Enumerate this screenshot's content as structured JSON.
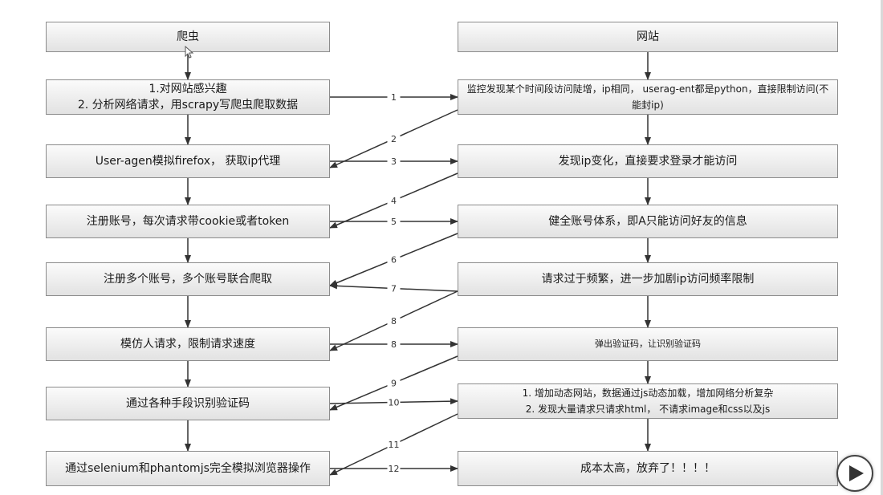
{
  "left_column": [
    {
      "id": "L0",
      "text": "爬虫"
    },
    {
      "id": "L1",
      "text": "1.对网站感兴趣\n2. 分析网络请求，用scrapy写爬虫爬取数据"
    },
    {
      "id": "L2",
      "text": "User-agen模拟firefox， 获取ip代理"
    },
    {
      "id": "L3",
      "text": "注册账号，每次请求带cookie或者token"
    },
    {
      "id": "L4",
      "text": "注册多个账号，多个账号联合爬取"
    },
    {
      "id": "L5",
      "text": "模仿人请求，限制请求速度"
    },
    {
      "id": "L6",
      "text": "通过各种手段识别验证码"
    },
    {
      "id": "L7",
      "text": "通过selenium和phantomjs完全模拟浏览器操作"
    }
  ],
  "right_column": [
    {
      "id": "R0",
      "text": "网站"
    },
    {
      "id": "R1",
      "text": "监控发现某个时间段访问陡增，ip相同， userag-ent都是python，直接限制访问(不能封ip)"
    },
    {
      "id": "R2",
      "text": "发现ip变化，直接要求登录才能访问"
    },
    {
      "id": "R3",
      "text": "健全账号体系，即A只能访问好友的信息"
    },
    {
      "id": "R4",
      "text": "请求过于频繁，进一步加剧ip访问频率限制"
    },
    {
      "id": "R5",
      "text": "弹出验证码，让识别验证码"
    },
    {
      "id": "R6",
      "text": "1. 增加动态网站，数据通过js动态加载，增加网络分析复杂\n2. 发现大量请求只请求html， 不请求image和css以及js"
    },
    {
      "id": "R7",
      "text": "成本太高，放弃了！！！！"
    }
  ],
  "edges": [
    {
      "label": "1",
      "from": "L1",
      "to": "R1"
    },
    {
      "label": "2",
      "from": "R1",
      "to": "L2"
    },
    {
      "label": "3",
      "from": "L2",
      "to": "R2"
    },
    {
      "label": "4",
      "from": "R2",
      "to": "L3"
    },
    {
      "label": "5",
      "from": "L3",
      "to": "R3"
    },
    {
      "label": "6",
      "from": "R3",
      "to": "L4"
    },
    {
      "label": "7",
      "from": "R4",
      "to": "L4"
    },
    {
      "label": "8",
      "from": "R4",
      "to": "L5"
    },
    {
      "label": "8",
      "from": "L5",
      "to": "R5"
    },
    {
      "label": "9",
      "from": "R5",
      "to": "L6"
    },
    {
      "label": "10",
      "from": "L6",
      "to": "R6"
    },
    {
      "label": "11",
      "from": "R6",
      "to": "L7"
    },
    {
      "label": "12",
      "from": "L7",
      "to": "R7"
    }
  ],
  "icons": {
    "play": "play-icon",
    "cursor": "mouse-cursor-icon"
  }
}
